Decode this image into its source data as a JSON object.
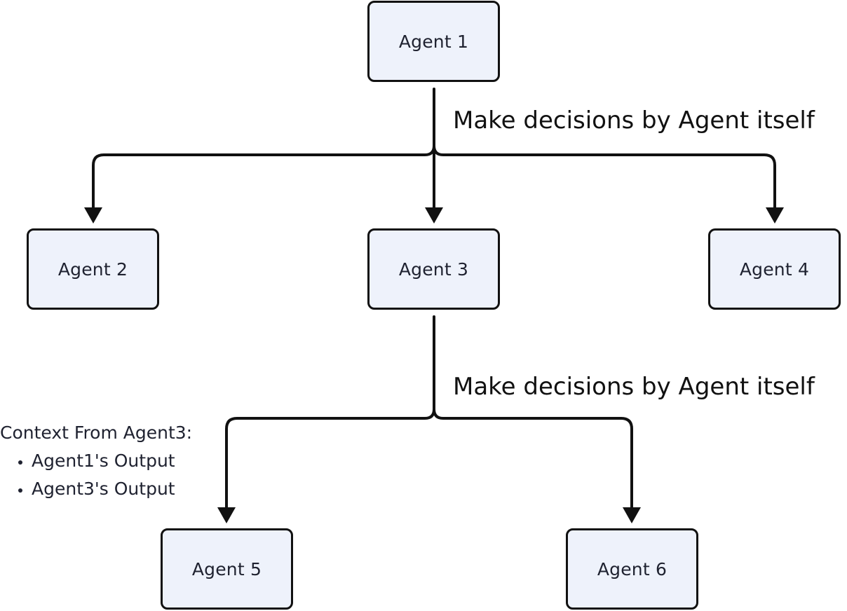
{
  "agents": {
    "agent1": "Agent 1",
    "agent2": "Agent 2",
    "agent3": "Agent 3",
    "agent4": "Agent 4",
    "agent5": "Agent 5",
    "agent6": "Agent 6"
  },
  "edges": {
    "top_label": "Make decisions by Agent itself",
    "bottom_label": "Make decisions by Agent itself"
  },
  "context_note": {
    "title": "Context From Agent3:",
    "items": [
      "Agent1's Output",
      "Agent3's Output"
    ]
  },
  "colors": {
    "box_fill": "#eef2fb",
    "box_border": "#111111",
    "line": "#111111"
  }
}
